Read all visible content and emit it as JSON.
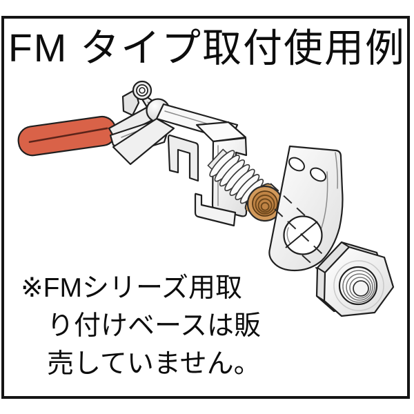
{
  "title": "FM タイプ取付使用例",
  "note": {
    "lines": [
      "※FMシリーズ用取",
      "り付けベースは販",
      "売していません。"
    ]
  },
  "illustration": {
    "parts": [
      "toggle-clamp-with-red-handle",
      "threaded-spindle",
      "brass-bushing",
      "mounting-bracket",
      "hex-nut",
      "alignment-center-lines"
    ]
  },
  "colors": {
    "frame_border": "#151515",
    "text": "#0d0d0d",
    "outline": "#1f1f1f",
    "handle_red": "#d96248",
    "handle_line": "#5c241a",
    "metal_light": "#f7f7f7",
    "metal_shade": "#d9d9d9",
    "bushing_tan": "#d6a05e",
    "bushing_face": "#d2995a",
    "bushing_bore": "#c08445",
    "thread_line": "#6e481c"
  }
}
